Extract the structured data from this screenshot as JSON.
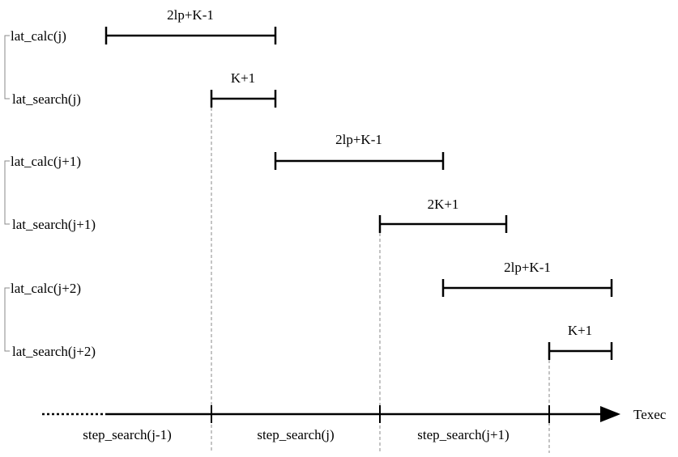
{
  "rows": [
    {
      "label": "lat_calc(j)",
      "bar_label": "2lp+K-1"
    },
    {
      "label": "lat_search(j)",
      "bar_label": "K+1"
    },
    {
      "label": "lat_calc(j+1)",
      "bar_label": "2lp+K-1"
    },
    {
      "label": "lat_search(j+1)",
      "bar_label": "2K+1"
    },
    {
      "label": "lat_calc(j+2)",
      "bar_label": "2lp+K-1"
    },
    {
      "label": "lat_search(j+2)",
      "bar_label": "K+1"
    }
  ],
  "axis": {
    "label": "Texec"
  },
  "steps": [
    {
      "label": "step_search(j-1)"
    },
    {
      "label": "step_search(j)"
    },
    {
      "label": "step_search(j+1)"
    }
  ]
}
